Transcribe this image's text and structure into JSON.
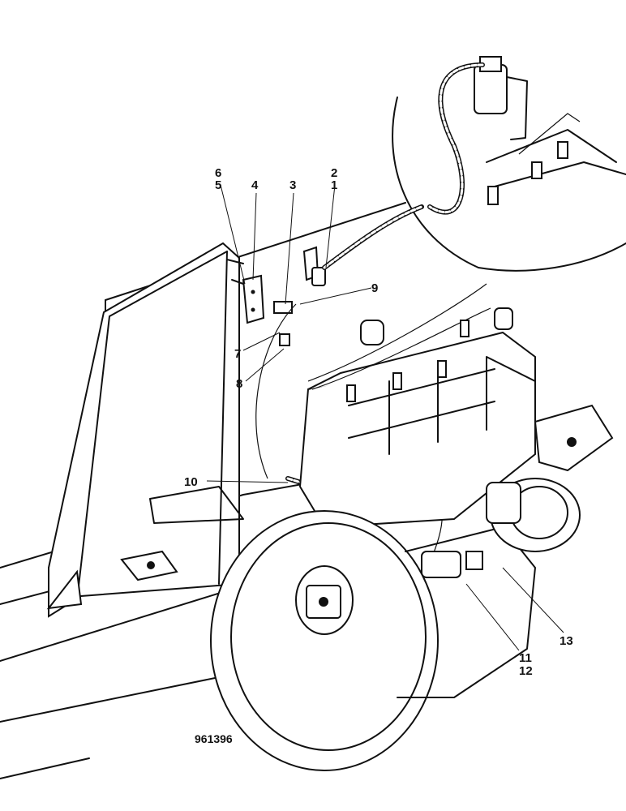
{
  "drawing_number": "961396",
  "callouts": {
    "c1": "1",
    "c2": "2",
    "c3": "3",
    "c4": "4",
    "c5": "5",
    "c6": "6",
    "c7": "7",
    "c8": "8",
    "c9": "9",
    "c10": "10",
    "c11": "11",
    "c12": "12",
    "c13": "13"
  }
}
